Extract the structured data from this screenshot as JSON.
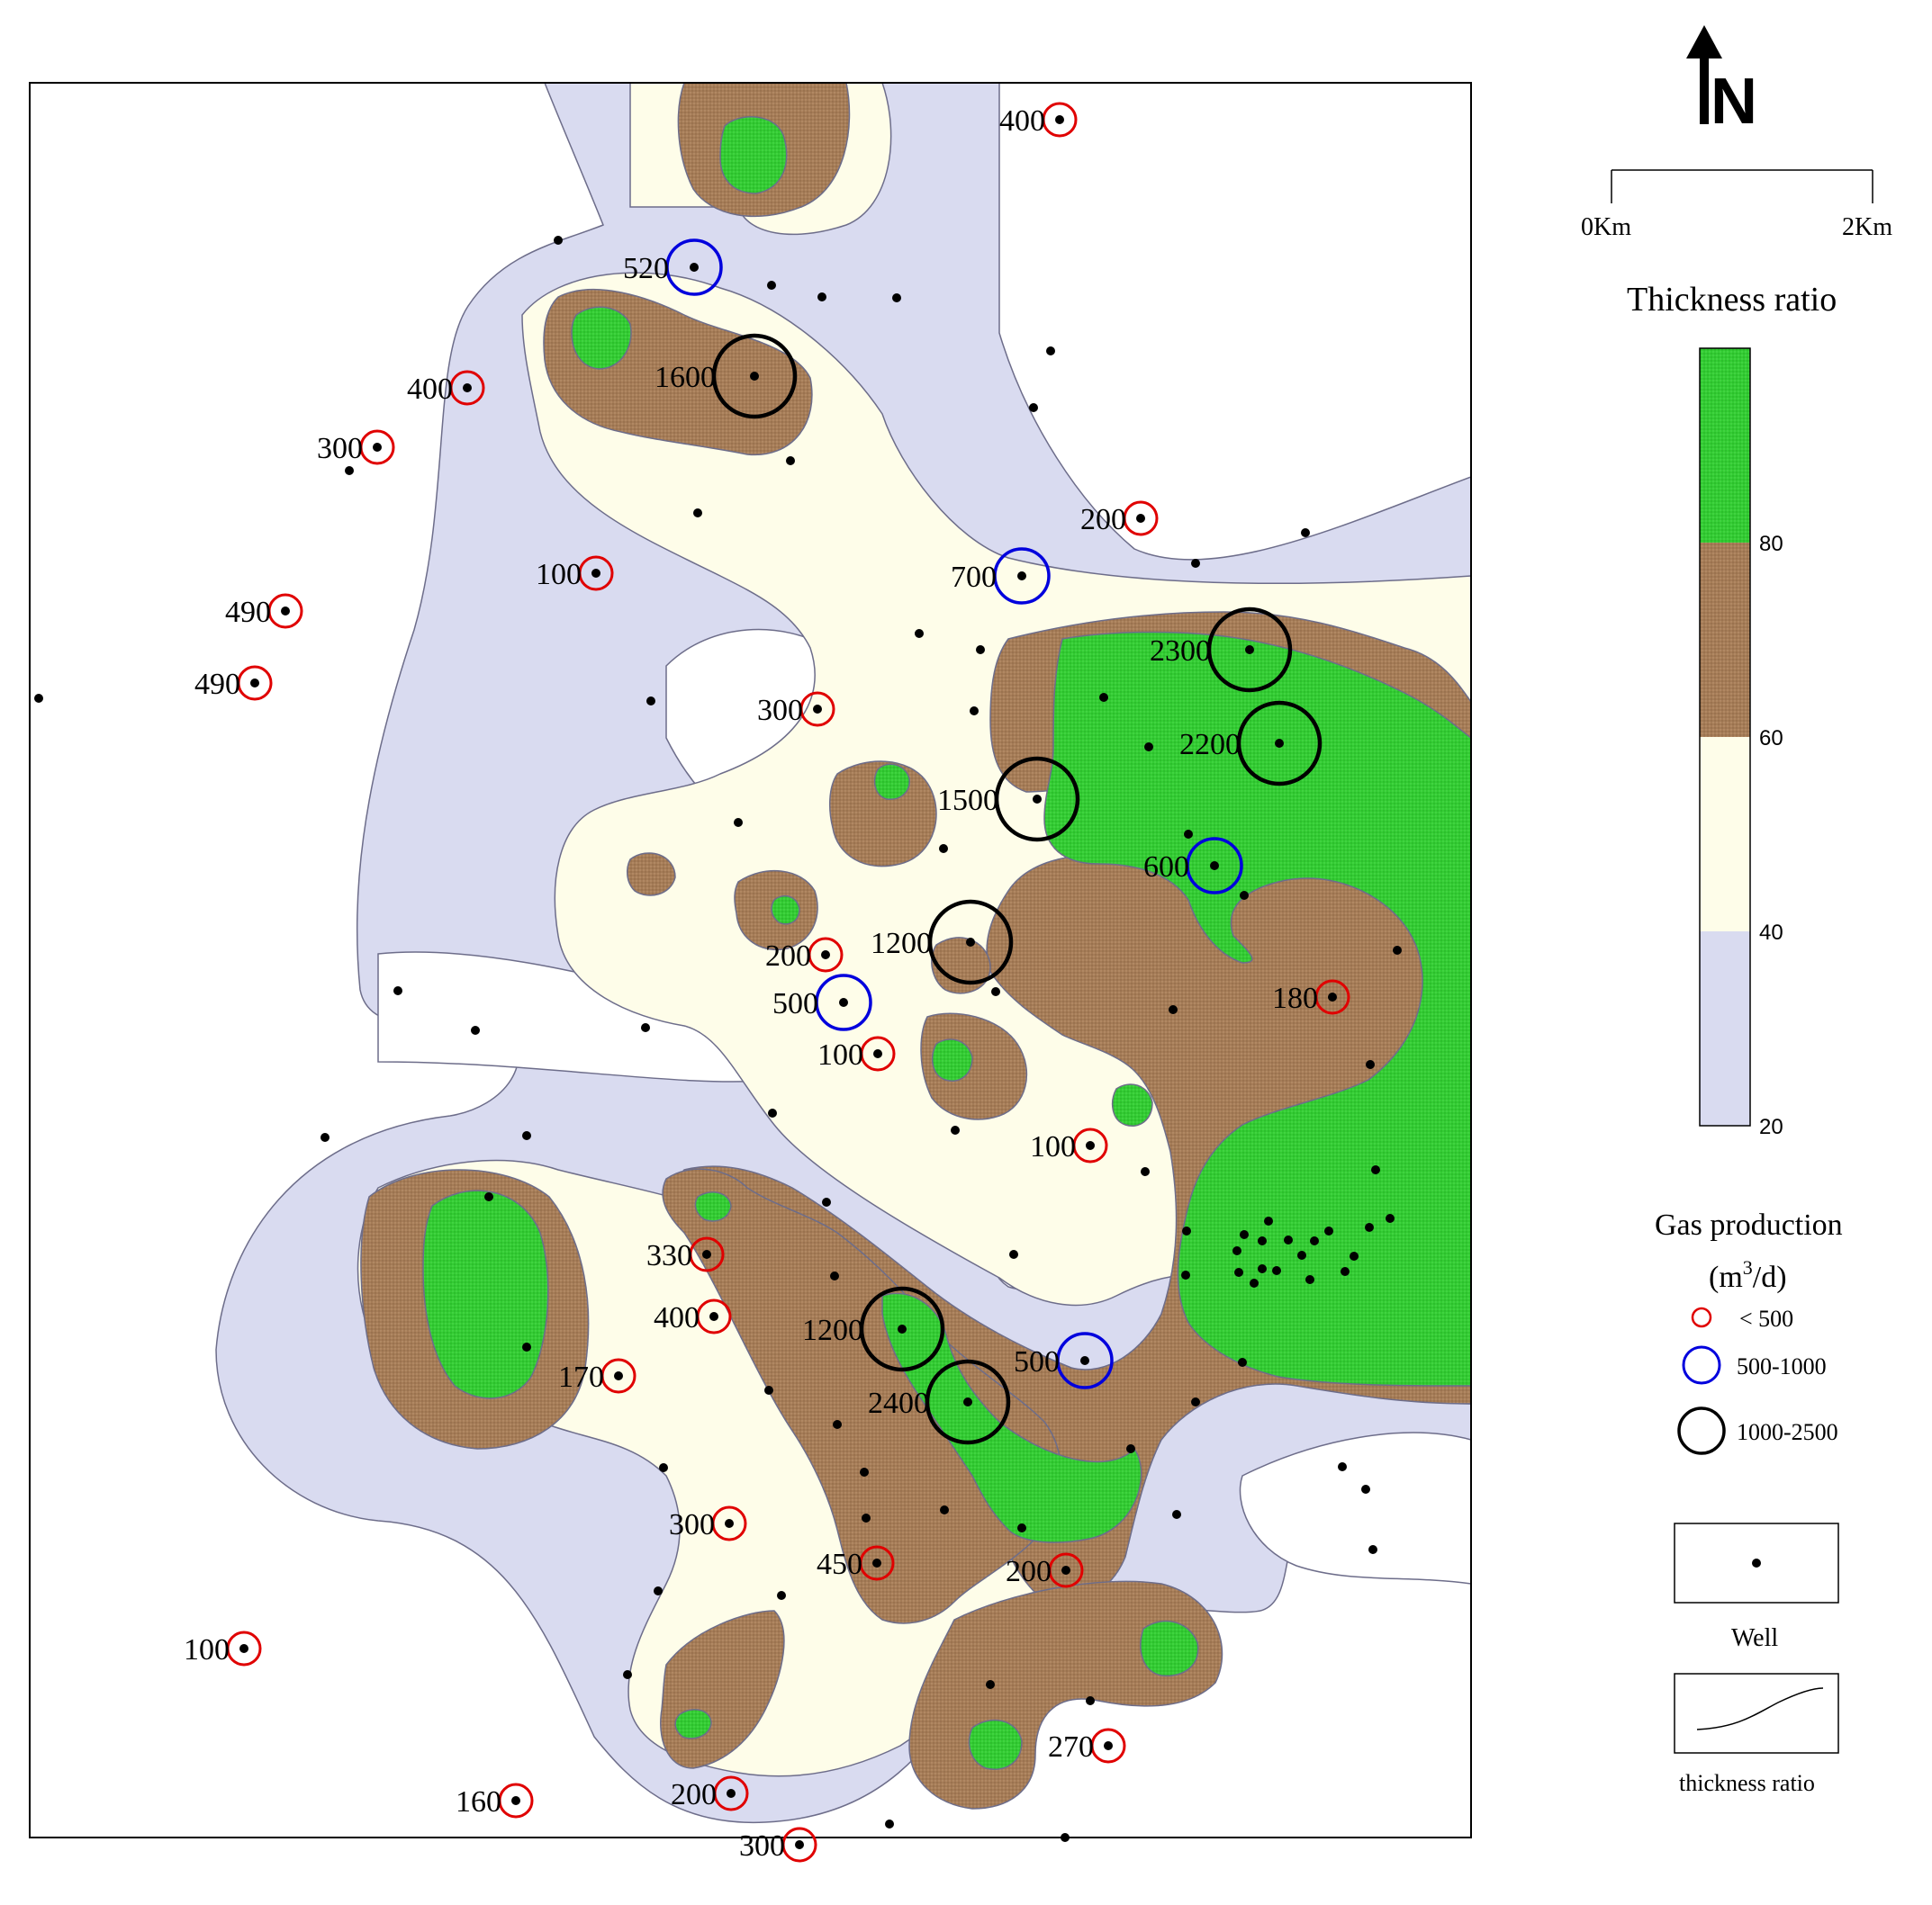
{
  "legend": {
    "north_label": "N",
    "scale": {
      "left_label": "0Km",
      "right_label": "2Km"
    },
    "thickness": {
      "title": "Thickness ratio",
      "ticks": [
        "80",
        "60",
        "40",
        "20"
      ],
      "classes": [
        {
          "range": "20-40",
          "color": "#d9dbf0"
        },
        {
          "range": "40-60",
          "color": "#fefde9"
        },
        {
          "range": "60-80",
          "color": "#a57c57"
        },
        {
          "range": "80+",
          "color": "#33cc33"
        }
      ]
    },
    "gas": {
      "title": "Gas production",
      "unit_base": "(m",
      "unit_exp": "3",
      "unit_tail": "/d)",
      "classes": [
        {
          "label": "< 500",
          "color": "#e00000"
        },
        {
          "label": "500-1000",
          "color": "#0000dd"
        },
        {
          "label": "1000-2500",
          "color": "#000000"
        }
      ]
    },
    "well_label": "Well",
    "contour_label": "thickness ratio"
  },
  "colors": {
    "low": "#d9dbf0",
    "mid": "#fefde9",
    "brown": "#a57c57",
    "green": "#33cc33",
    "red_ring": "#e00000",
    "blue_ring": "#0000dd",
    "black_ring": "#000000"
  },
  "producing_wells": [
    {
      "label": "400",
      "class": "low"
    },
    {
      "label": "520",
      "class": "mid"
    },
    {
      "label": "1600",
      "class": "high"
    },
    {
      "label": "400",
      "class": "low"
    },
    {
      "label": "300",
      "class": "low"
    },
    {
      "label": "200",
      "class": "low"
    },
    {
      "label": "100",
      "class": "low"
    },
    {
      "label": "700",
      "class": "mid"
    },
    {
      "label": "490",
      "class": "low"
    },
    {
      "label": "490",
      "class": "low"
    },
    {
      "label": "2300",
      "class": "high"
    },
    {
      "label": "300",
      "class": "low"
    },
    {
      "label": "2200",
      "class": "high"
    },
    {
      "label": "1500",
      "class": "high"
    },
    {
      "label": "600",
      "class": "mid"
    },
    {
      "label": "1200",
      "class": "high"
    },
    {
      "label": "200",
      "class": "low"
    },
    {
      "label": "500",
      "class": "mid"
    },
    {
      "label": "180",
      "class": "low"
    },
    {
      "label": "100",
      "class": "low"
    },
    {
      "label": "100",
      "class": "low"
    },
    {
      "label": "330",
      "class": "low"
    },
    {
      "label": "400",
      "class": "low"
    },
    {
      "label": "1200",
      "class": "high"
    },
    {
      "label": "500",
      "class": "mid"
    },
    {
      "label": "170",
      "class": "low"
    },
    {
      "label": "2400",
      "class": "high"
    },
    {
      "label": "300",
      "class": "low"
    },
    {
      "label": "450",
      "class": "low"
    },
    {
      "label": "200",
      "class": "low"
    },
    {
      "label": "100",
      "class": "low"
    },
    {
      "label": "270",
      "class": "low"
    },
    {
      "label": "160",
      "class": "low"
    },
    {
      "label": "200",
      "class": "low"
    },
    {
      "label": "300",
      "class": "low"
    }
  ]
}
